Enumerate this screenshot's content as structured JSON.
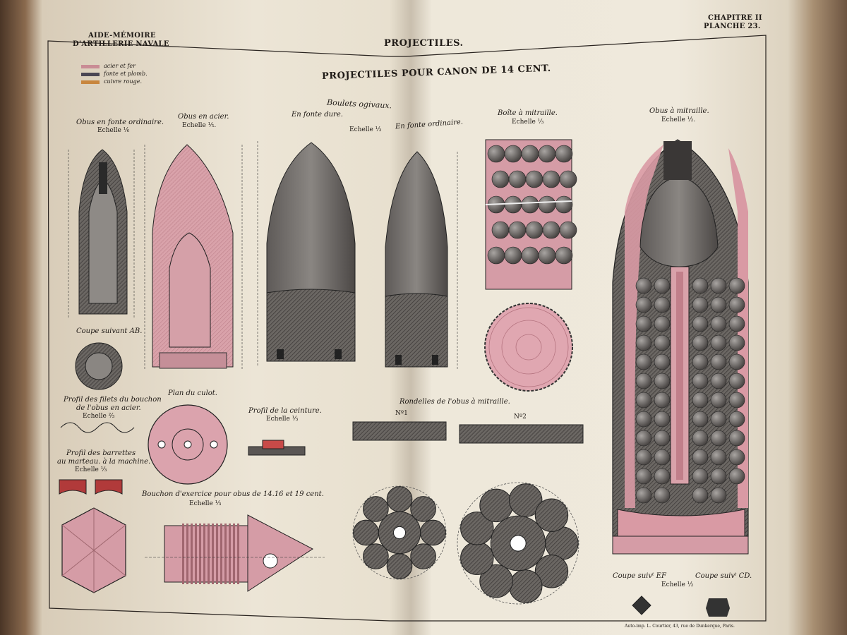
{
  "header": {
    "left_line1": "AIDE-MÉMOIRE",
    "left_line2": "D'ARTILLERIE NAVALE",
    "center": "PROJECTILES.",
    "right_line1": "CHAPITRE II",
    "right_line2": "PLANCHE 23."
  },
  "plate_title": "PROJECTILES POUR CANON DE 14 CENT.",
  "legend": [
    {
      "label": "acier et fer",
      "color": "#c98c95"
    },
    {
      "label": "fonte et plomb.",
      "color": "#4a4654"
    },
    {
      "label": "cuivre rouge.",
      "color": "#c8863e"
    }
  ],
  "group_label": "Boulets ogivaux.",
  "figures": {
    "obus_fonte": {
      "title": "Obus en fonte ordinaire.",
      "scale": "Echelle ⅙"
    },
    "obus_acier": {
      "title": "Obus en acier.",
      "scale": "Echelle ⅕."
    },
    "fonte_dure": {
      "title": "En fonte dure.",
      "scale": "Echelle ⅓"
    },
    "fonte_ordinaire": {
      "title": "En fonte ordinaire."
    },
    "boite": {
      "title": "Boîte à mitraille.",
      "scale": "Echelle ⅓"
    },
    "obus_mitraille": {
      "title": "Obus à mitraille.",
      "scale": "Echelle ½."
    },
    "coupe_ab": "Coupe suivant AB.",
    "plan_culot": "Plan du culot.",
    "profil_filets": {
      "line1": "Profil des filets du bouchon",
      "line2": "de l'obus en acier.",
      "scale": "Echelle ⅔"
    },
    "profil_ceinture": {
      "title": "Profil de la ceinture.",
      "scale": "Echelle ⅓"
    },
    "profil_barrettes": {
      "line1": "Profil des barrettes",
      "line2": "au marteau. à la machine.",
      "scale": "Echelle ⅓"
    },
    "bouchon": {
      "title": "Bouchon d'exercice pour obus de 14.16 et 19 cent.",
      "scale": "Echelle ⅓"
    },
    "rondelles": {
      "title": "Rondelles de l'obus à mitraille.",
      "n1": "Nº1",
      "n2": "Nº2"
    },
    "coupe_ef": "Coupe suivᵗ EF",
    "coupe_cd": "Coupe suivᵗ CD.",
    "coupe_scale": "Echelle ½"
  },
  "imprint": "Auto-imp. L. Courtier, 43, rue de Dunkerque, Paris."
}
